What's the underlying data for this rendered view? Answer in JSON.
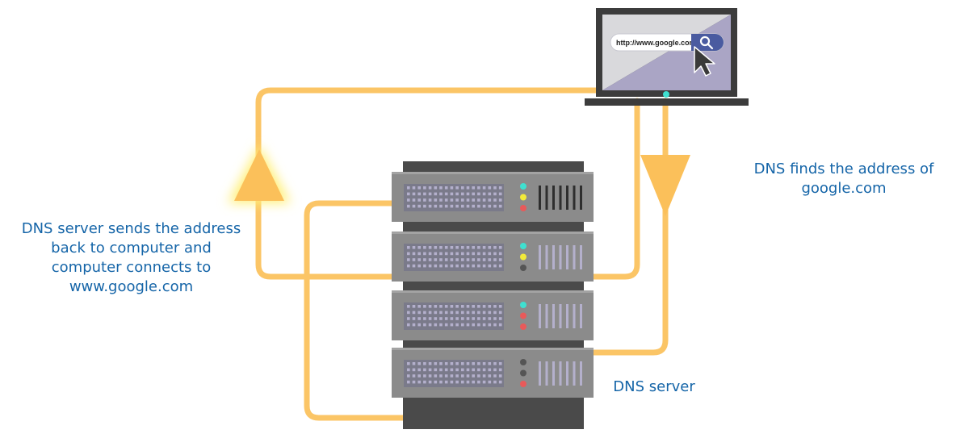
{
  "labels": {
    "left_lines": [
      "DNS server sends the address",
      "back to computer and",
      "computer connects to",
      "www.google.com"
    ],
    "right_lines": [
      "DNS finds the address of",
      "google.com"
    ],
    "server": "DNS server"
  },
  "browser": {
    "url": "http://www.google.com"
  },
  "colors": {
    "path": "#fbc566",
    "arrow": "#fbc05a",
    "glow": "#fff07a",
    "label_text": "#1565a8",
    "rack": "#4a4a4a",
    "unit": "#8b8b8b",
    "laptop_frame": "#3c3c3c",
    "screen_left": "#d9d9dc",
    "screen_right": "#aaa5c5",
    "search_button": "#4a5ba0",
    "led_cyan": "#3fe0d0",
    "led_yellow": "#f2ea3a",
    "led_red": "#e85a5a",
    "led_dark": "#555555"
  },
  "icons": {
    "search": "magnifier-icon",
    "cursor": "arrow-cursor-icon"
  },
  "server_units": [
    {
      "leds": [
        "cyan",
        "yellow",
        "red"
      ]
    },
    {
      "leds": [
        "cyan",
        "yellow",
        "dark"
      ]
    },
    {
      "leds": [
        "cyan",
        "red",
        "red"
      ]
    },
    {
      "leds": [
        "dark",
        "dark",
        "red"
      ]
    }
  ]
}
